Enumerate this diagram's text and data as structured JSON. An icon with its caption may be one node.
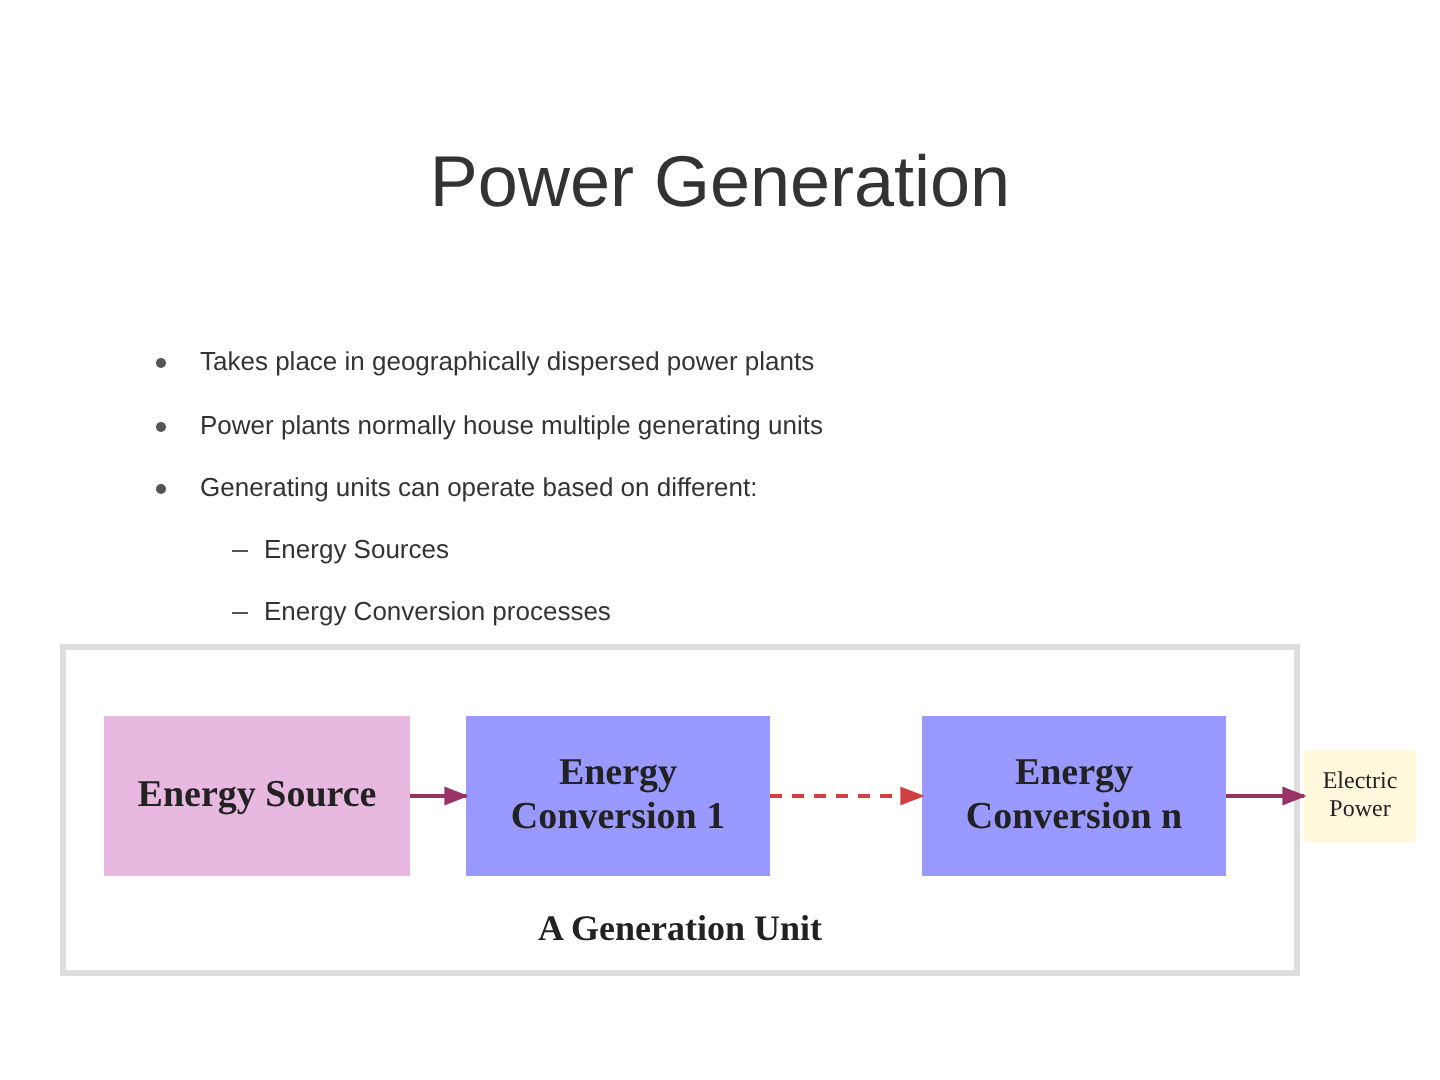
{
  "diagram": {
    "title": "Power Generation",
    "nodes": [
      {
        "text": [
          "A Generation Unit"
        ]
      },
      {
        "text": [
          "Energy Source"
        ],
        "in": 0
      },
      {
        "text": [
          "Energy Conversion 1"
        ],
        "in": 0
      },
      {
        "text": [
          "Energy Conversion n"
        ],
        "in": 0
      },
      {
        "text": [
          "Electric Power"
        ]
      }
    ],
    "edges": [
      {
        "from": 1,
        "to": 2,
        "arrow": "to"
      },
      {
        "from": 2,
        "to": 3,
        "arrow": "to",
        "style": "dashed",
        "color": "#d04040"
      },
      {
        "from": 3,
        "to": 4,
        "arrow": "to"
      }
    ],
    "labels": [
      "Takes place in geographically dispersed power plants",
      "Power plants normally house multiple generating units",
      "Generating units can operate based on different:",
      "Energy Sources",
      "Energy Conversion processes"
    ]
  }
}
